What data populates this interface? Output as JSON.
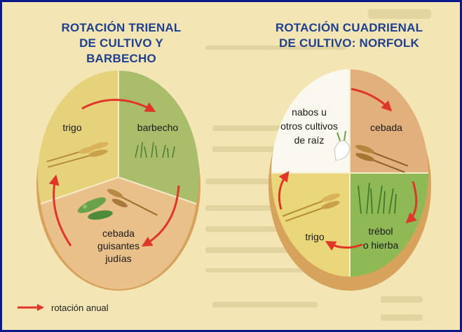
{
  "left": {
    "title_line1": "ROTACIÓN TRIENAL",
    "title_line2": "DE CULTIVO Y BARBECHO",
    "sectors": {
      "trigo": "trigo",
      "barbecho": "barbecho",
      "bottom_line1": "cebada",
      "bottom_line2": "guisantes",
      "bottom_line3": "judías"
    }
  },
  "right": {
    "title_line1": "ROTACIÓN CUADRIENAL",
    "title_line2": "DE CULTIVO: NORFOLK",
    "sectors": {
      "nabos_line1": "nabos u",
      "nabos_line2": "otros cultivos",
      "nabos_line3": "de raíz",
      "cebada": "cebada",
      "trebol_line1": "trébol",
      "trebol_line2": "o hierba",
      "trigo": "trigo"
    }
  },
  "legend": {
    "label": "rotación anual"
  },
  "colors": {
    "yellow": "#e9d77a",
    "green": "#a9bd66",
    "orange": "#e2b07c",
    "white": "#fbf8ef",
    "arrow": "#e0362a",
    "frame": "#0a1a8c"
  },
  "icons": [
    "wheat-icon",
    "grass-icon",
    "pea-pod-icon",
    "turnip-icon"
  ]
}
